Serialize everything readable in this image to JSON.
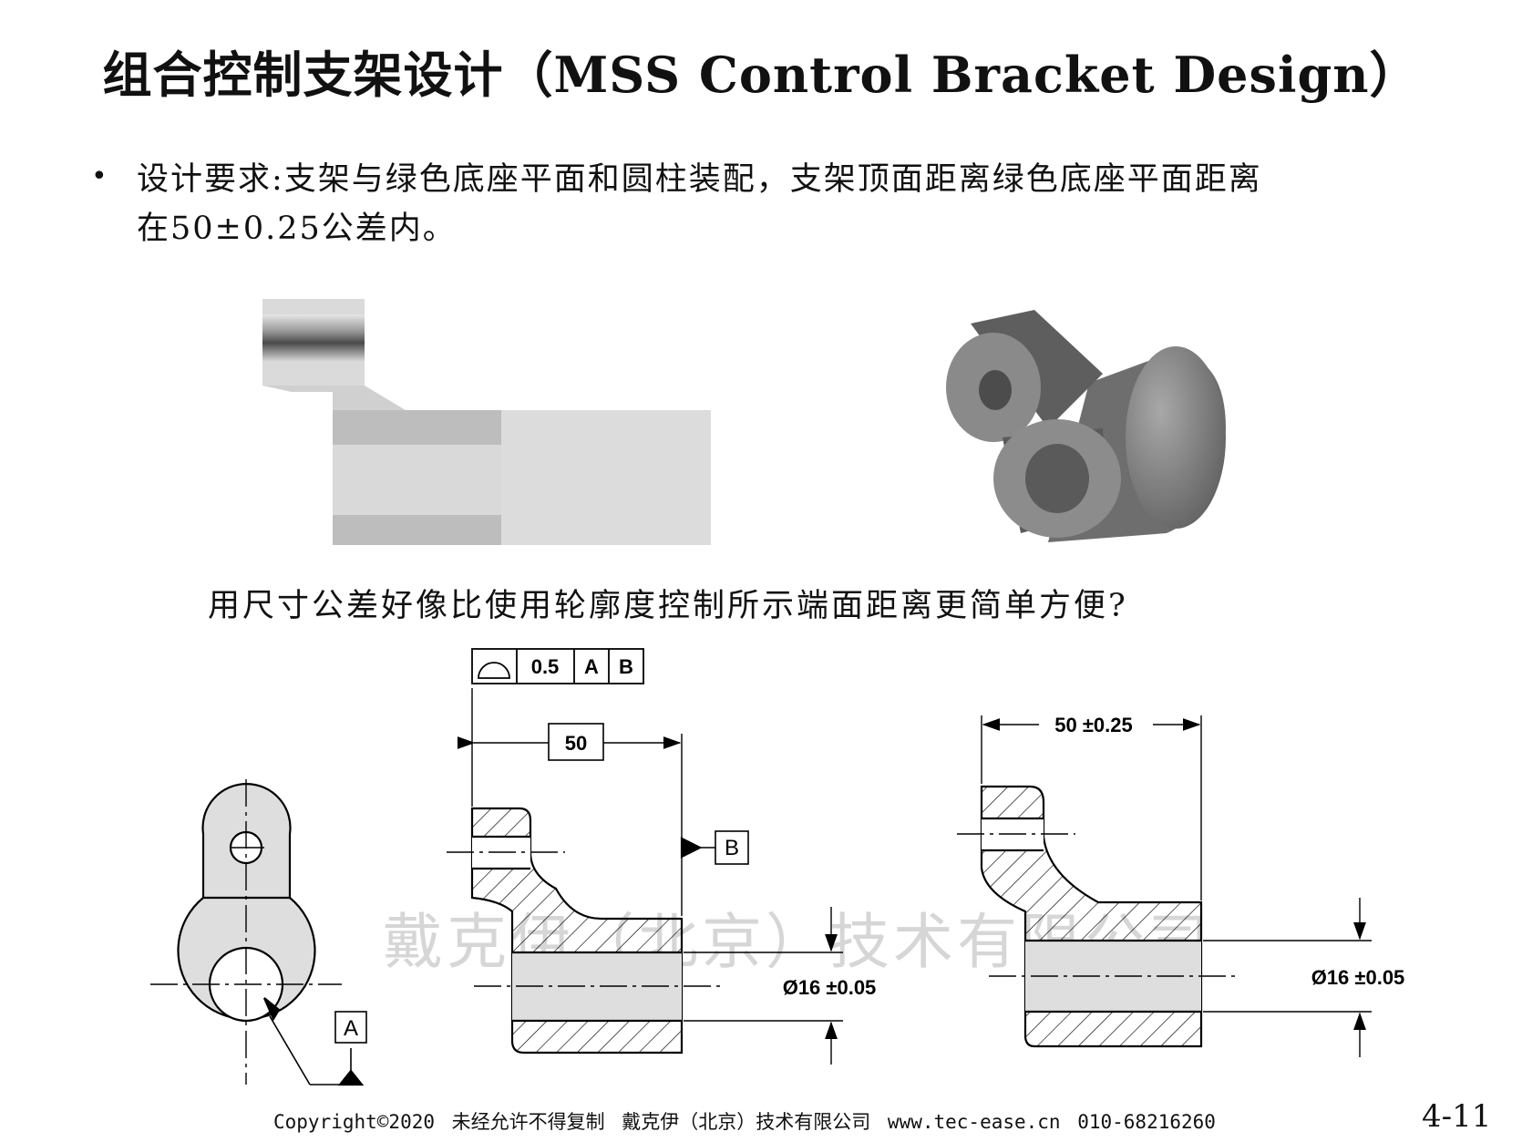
{
  "title": "组合控制支架设计（MSS Control Bracket Design）",
  "bullet": {
    "line1": "设计要求:支架与绿色底座平面和圆柱装配，支架顶面距离绿色底座平面距离",
    "line2": "在50±0.25公差内。"
  },
  "question": "用尺寸公差好像比使用轮廓度控制所示端面距离更简单方便?",
  "fcf": {
    "tolerance": "0.5",
    "datum1": "A",
    "datum2": "B"
  },
  "datum_b": "B",
  "datum_a": "A",
  "dims": {
    "basic_50": "50",
    "diameter_mid": "Ø16 ±0.05",
    "right_50": "50 ±0.25",
    "diameter_right": "Ø16 ±0.05"
  },
  "watermark": "戴克伊（北京）技术有限公司",
  "footer": "Copyright©2020 未经允许不得复制 戴克伊（北京）技术有限公司 www.tec-ease.cn 010-68216260",
  "page_number": "4-11",
  "colors": {
    "part_fill": "#d8d8d8",
    "part_3d": "#7a7a7a",
    "line": "#000000"
  }
}
